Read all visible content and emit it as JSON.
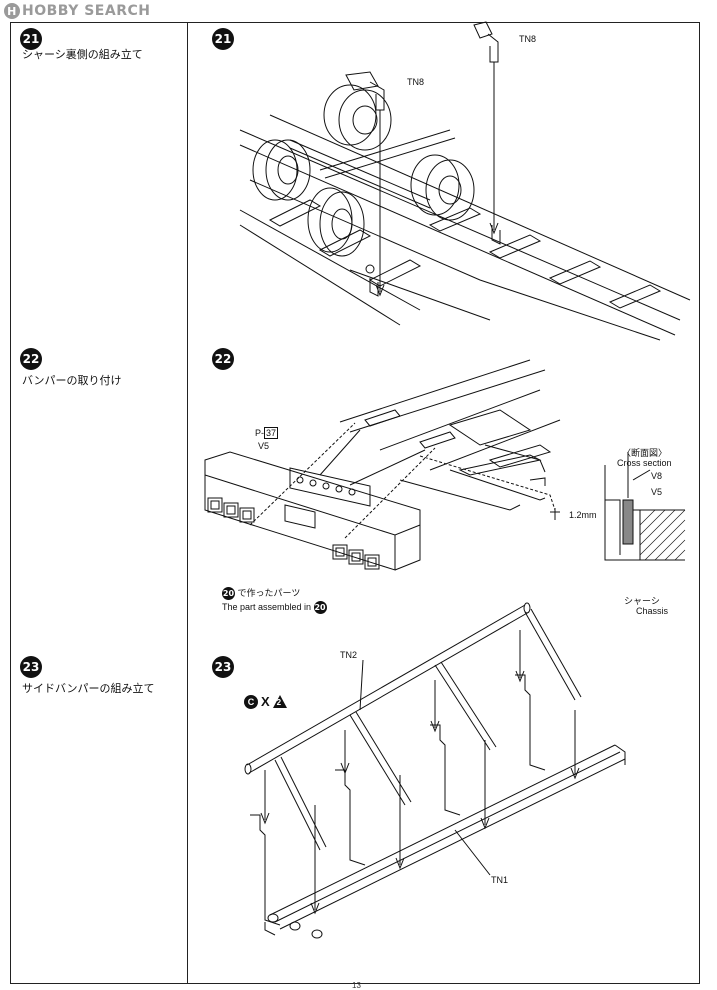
{
  "logo": {
    "mark": "H",
    "text": "HOBBY SEARCH"
  },
  "steps": [
    {
      "num": "21",
      "title": "シャーシ裏側の組み立て"
    },
    {
      "num": "22",
      "title": "バンパーの取り付け"
    },
    {
      "num": "23",
      "title": "サイドバンパーの組み立て"
    }
  ],
  "diagram21": {
    "labels": {
      "tn8_a": "TN8",
      "tn8_b": "TN8"
    }
  },
  "diagram22": {
    "labels": {
      "part_p": "P",
      "part_p_num": "37",
      "v5": "V5",
      "dimension": "1.2mm",
      "made_in_jp": "で作ったパーツ",
      "made_in_en": "The part assembled in",
      "made_in_step": "20",
      "cross_jp": "〈断面図〉",
      "cross_en": "Cross section",
      "cross_v8": "V8",
      "cross_v5": "V5",
      "chassis_jp": "シャーシ",
      "chassis_en": "Chassis"
    }
  },
  "diagram23": {
    "labels": {
      "tn2": "TN2",
      "tn1": "TN1",
      "symbol_c": "C",
      "symbol_x": "X",
      "symbol_num": "2"
    }
  },
  "page": {
    "number": "13"
  }
}
